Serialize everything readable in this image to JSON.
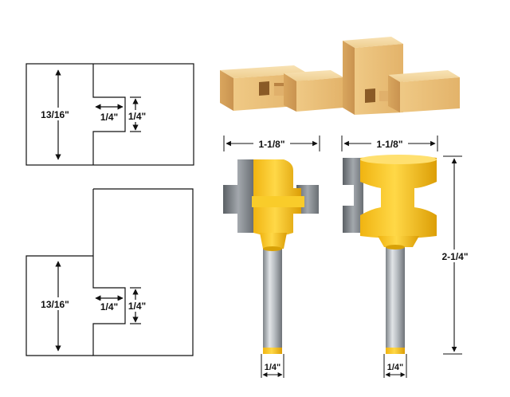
{
  "drawings": {
    "top": {
      "height_label": "13/16\"",
      "tongue_width_label": "1/4\"",
      "tongue_height_label": "1/4\""
    },
    "bottom": {
      "height_label": "13/16\"",
      "groove_width_label": "1/4\"",
      "groove_height_label": "1/4\""
    }
  },
  "bits": {
    "left": {
      "width_label": "1-1/8\"",
      "shank_label": "1/4\""
    },
    "right": {
      "width_label": "1-1/8\"",
      "height_label": "2-1/4\"",
      "shank_label": "1/4\""
    }
  },
  "colors": {
    "wood_light": "#f3d49a",
    "wood_mid": "#e9bf79",
    "wood_dark": "#d7a45c",
    "yellow": "#f6c21a",
    "yellow_dark": "#d89e07",
    "steel": "#9aa0a6",
    "steel_dark": "#6c7176",
    "line": "#111111"
  }
}
